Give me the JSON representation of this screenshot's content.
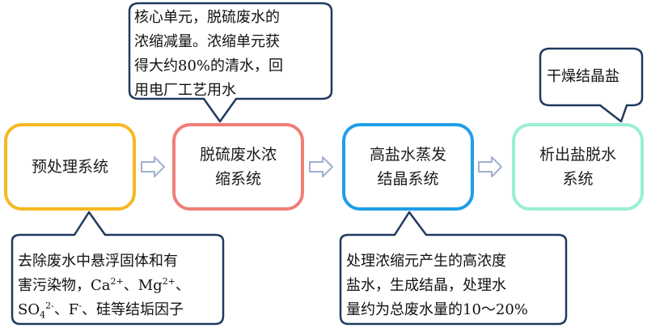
{
  "processes": [
    {
      "label": "预处理系统"
    },
    {
      "label": "脱硫废水浓\n缩系统"
    },
    {
      "label": "高盐水蒸发\n结晶系统"
    },
    {
      "label": "析出盐脱水\n系统"
    }
  ],
  "callouts": {
    "concentration": {
      "text": "核心单元，脱硫废水的\n浓缩减量。浓缩单元获\n得大约80%的清水，回\n用电厂工艺用水"
    },
    "dewatering": {
      "text": "干燥结晶盐"
    },
    "pretreatment": {
      "line1": "去除废水中悬浮固体和有",
      "line2_a": "害污染物，Ca",
      "ca_sup": "2+",
      "line2_b": "、Mg",
      "mg_sup": "2+",
      "line2_c": "、",
      "line3_a": "SO",
      "so_sub": "4",
      "so_sup": "2-",
      "line3_b": "、F",
      "f_sup": "-",
      "line3_c": "、硅等结垢因子"
    },
    "evaporation": {
      "text": "处理浓缩元产生的高浓度\n盐水，生成结晶，处理水\n量约为总废水量的10～20%"
    }
  },
  "colors": {
    "pretreatment_border": "#f5b820",
    "concentration_border": "#f07e77",
    "evaporation_border": "#1f9ee8",
    "dewatering_border": "#99efd3",
    "callout_border": "#1f3a5f",
    "arrow": "#9eb0cf"
  },
  "icons": {
    "flow_arrow": "hollow-right-arrow"
  }
}
